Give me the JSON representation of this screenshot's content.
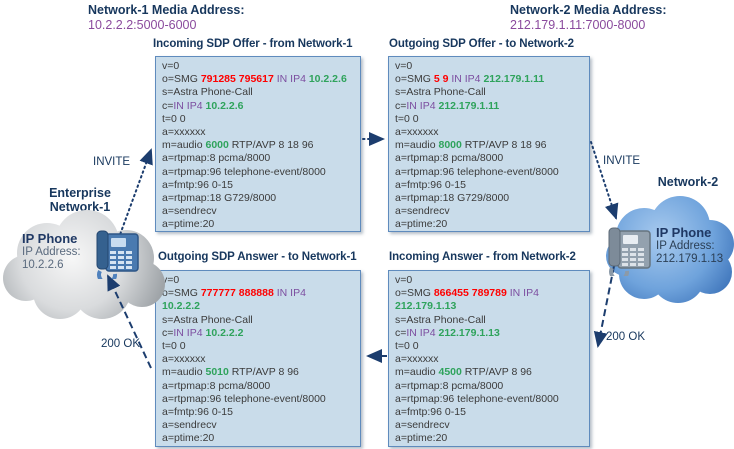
{
  "palette": {
    "heading": "#17375D",
    "box_background": "#C9DCEA",
    "box_border": "#5F8BBD",
    "sdp_text": "#3B3B3B",
    "sdp_red": "#FF0000",
    "sdp_green": "#2FA35C",
    "sdp_purple": "#7C4EA0",
    "media_value_purple": "#8A4A9D",
    "arrow_blue": "#1C3D6E",
    "cloud_left_gray": "#C9CCCE",
    "cloud_right_blue": "#3E77C2"
  },
  "media_labels": {
    "network1": {
      "title": "Network-1 Media Address:",
      "value": "10.2.2.2:5000-6000"
    },
    "network2": {
      "title": "Network-2 Media Address:",
      "value": "212.179.1.11:7000-8000"
    }
  },
  "clouds": {
    "left": {
      "title": "Enterprise Network-1",
      "title_line1": "Enterprise",
      "title_line2": "Network-1",
      "name": "IP Phone",
      "address_label": "IP Address:",
      "address": "10.2.2.6"
    },
    "right": {
      "title": "Network-2",
      "name": "IP Phone",
      "address_label": "IP Address:",
      "address": "212.179.1.13"
    }
  },
  "arrow_labels": {
    "invite_left": "INVITE",
    "invite_right": "INVITE",
    "ok_left": "200 OK",
    "ok_right": "200 OK"
  },
  "sdp_boxes": [
    {
      "id": "incoming-offer-from-network1",
      "title": "Incoming SDP Offer - from Network-1",
      "lines": [
        [
          {
            "c": "d",
            "t": "v=0"
          }
        ],
        [
          {
            "c": "d",
            "t": "o=SMG "
          },
          {
            "c": "r",
            "t": "791285 795617"
          },
          {
            "c": "p",
            "t": " IN IP4 "
          },
          {
            "c": "g",
            "t": "10.2.2.6"
          }
        ],
        [
          {
            "c": "d",
            "t": "s=Astra Phone-Call"
          }
        ],
        [
          {
            "c": "d",
            "t": "c="
          },
          {
            "c": "p",
            "t": "IN IP4 "
          },
          {
            "c": "g",
            "t": "10.2.2.6"
          }
        ],
        [
          {
            "c": "d",
            "t": "t=0 0"
          }
        ],
        [
          {
            "c": "d",
            "t": "a=xxxxxx"
          }
        ],
        [
          {
            "c": "d",
            "t": "m=audio "
          },
          {
            "c": "g",
            "t": "6000"
          },
          {
            "c": "d",
            "t": " RTP/AVP 8 18 96"
          }
        ],
        [
          {
            "c": "d",
            "t": "a=rtpmap:8 pcma/8000"
          }
        ],
        [
          {
            "c": "d",
            "t": "a=rtpmap:96 telephone-event/8000"
          }
        ],
        [
          {
            "c": "d",
            "t": "a=fmtp:96 0-15"
          }
        ],
        [
          {
            "c": "d",
            "t": "a=rtpmap:18 G729/8000"
          }
        ],
        [
          {
            "c": "d",
            "t": "a=sendrecv"
          }
        ],
        [
          {
            "c": "d",
            "t": "a=ptime:20"
          }
        ]
      ]
    },
    {
      "id": "outgoing-offer-to-network2",
      "title": "Outgoing SDP Offer - to Network-2",
      "lines": [
        [
          {
            "c": "d",
            "t": "v=0"
          }
        ],
        [
          {
            "c": "d",
            "t": "o=SMG "
          },
          {
            "c": "r",
            "t": "5 9"
          },
          {
            "c": "p",
            "t": " IN IP4 "
          },
          {
            "c": "g",
            "t": "212.179.1.11"
          }
        ],
        [
          {
            "c": "d",
            "t": "s=Astra Phone-Call"
          }
        ],
        [
          {
            "c": "d",
            "t": "c="
          },
          {
            "c": "p",
            "t": "IN IP4 "
          },
          {
            "c": "g",
            "t": "212.179.1.11"
          }
        ],
        [
          {
            "c": "d",
            "t": "t=0 0"
          }
        ],
        [
          {
            "c": "d",
            "t": "a=xxxxxx"
          }
        ],
        [
          {
            "c": "d",
            "t": "m=audio "
          },
          {
            "c": "g",
            "t": "8000"
          },
          {
            "c": "d",
            "t": " RTP/AVP 8 18 96"
          }
        ],
        [
          {
            "c": "d",
            "t": "a=rtpmap:8 pcma/8000"
          }
        ],
        [
          {
            "c": "d",
            "t": "a=rtpmap:96 telephone-event/8000"
          }
        ],
        [
          {
            "c": "d",
            "t": "a=fmtp:96 0-15"
          }
        ],
        [
          {
            "c": "d",
            "t": "a=rtpmap:18 G729/8000"
          }
        ],
        [
          {
            "c": "d",
            "t": "a=sendrecv"
          }
        ],
        [
          {
            "c": "d",
            "t": "a=ptime:20"
          }
        ]
      ]
    },
    {
      "id": "outgoing-answer-to-network1",
      "title": "Outgoing SDP Answer - to Network-1",
      "lines": [
        [
          {
            "c": "d",
            "t": "v=0"
          }
        ],
        [
          {
            "c": "d",
            "t": "o=SMG "
          },
          {
            "c": "r",
            "t": "777777 888888"
          },
          {
            "c": "p",
            "t": " IN IP4"
          }
        ],
        [
          {
            "c": "g",
            "t": "10.2.2.2"
          }
        ],
        [
          {
            "c": "d",
            "t": "s=Astra Phone-Call"
          }
        ],
        [
          {
            "c": "d",
            "t": "c="
          },
          {
            "c": "p",
            "t": "IN IP4 "
          },
          {
            "c": "g",
            "t": "10.2.2.2"
          }
        ],
        [
          {
            "c": "d",
            "t": "t=0 0"
          }
        ],
        [
          {
            "c": "d",
            "t": "a=xxxxxx"
          }
        ],
        [
          {
            "c": "d",
            "t": "m=audio "
          },
          {
            "c": "g",
            "t": "5010"
          },
          {
            "c": "d",
            "t": " RTP/AVP 8 96"
          }
        ],
        [
          {
            "c": "d",
            "t": "a=rtpmap:8 pcma/8000"
          }
        ],
        [
          {
            "c": "d",
            "t": "a=rtpmap:96 telephone-event/8000"
          }
        ],
        [
          {
            "c": "d",
            "t": "a=fmtp:96 0-15"
          }
        ],
        [
          {
            "c": "d",
            "t": "a=sendrecv"
          }
        ],
        [
          {
            "c": "d",
            "t": "a=ptime:20"
          }
        ]
      ]
    },
    {
      "id": "incoming-answer-from-network2",
      "title": "Incoming Answer - from Network-2",
      "lines": [
        [
          {
            "c": "d",
            "t": "v=0"
          }
        ],
        [
          {
            "c": "d",
            "t": "o=SMG "
          },
          {
            "c": "r",
            "t": "866455 789789"
          },
          {
            "c": "p",
            "t": " IN IP4"
          }
        ],
        [
          {
            "c": "g",
            "t": "212.179.1.13"
          }
        ],
        [
          {
            "c": "d",
            "t": "s=Astra Phone-Call"
          }
        ],
        [
          {
            "c": "d",
            "t": "c="
          },
          {
            "c": "p",
            "t": "IN IP4 "
          },
          {
            "c": "g",
            "t": "212.179.1.13"
          }
        ],
        [
          {
            "c": "d",
            "t": "t=0 0"
          }
        ],
        [
          {
            "c": "d",
            "t": "a=xxxxxx"
          }
        ],
        [
          {
            "c": "d",
            "t": "m=audio "
          },
          {
            "c": "g",
            "t": "4500"
          },
          {
            "c": "d",
            "t": " RTP/AVP 8 96"
          }
        ],
        [
          {
            "c": "d",
            "t": "a=rtpmap:8 pcma/8000"
          }
        ],
        [
          {
            "c": "d",
            "t": "a=rtpmap:96 telephone-event/8000"
          }
        ],
        [
          {
            "c": "d",
            "t": "a=fmtp:96 0-15"
          }
        ],
        [
          {
            "c": "d",
            "t": "a=sendrecv"
          }
        ],
        [
          {
            "c": "d",
            "t": "a=ptime:20"
          }
        ]
      ]
    }
  ]
}
